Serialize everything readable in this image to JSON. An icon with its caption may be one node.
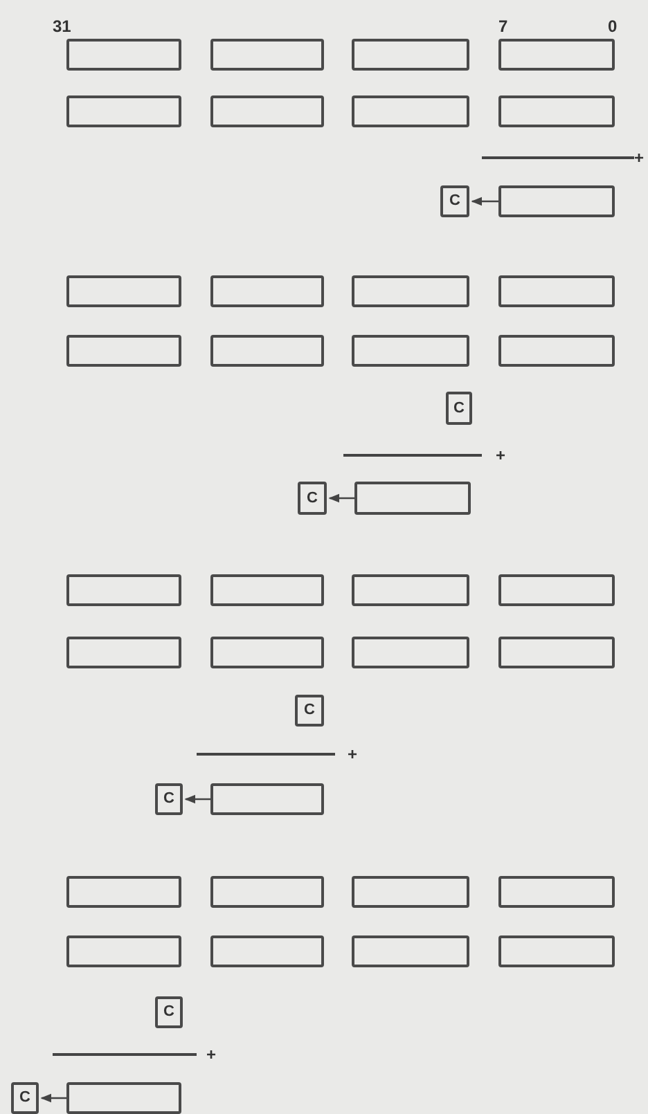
{
  "diagram": {
    "nodes": [
      {
        "text": [],
        "shape": "box"
      },
      {
        "text": [],
        "shape": "box"
      },
      {
        "text": [],
        "shape": "box"
      },
      {
        "text": [],
        "shape": "box"
      },
      {
        "text": [],
        "shape": "box"
      },
      {
        "text": [],
        "shape": "box"
      },
      {
        "text": [],
        "shape": "box"
      },
      {
        "text": [],
        "shape": "box"
      },
      {
        "text": [
          "C"
        ]
      },
      {
        "text": [],
        "shape": "box"
      },
      {
        "text": [],
        "shape": "box"
      },
      {
        "text": [],
        "shape": "box"
      },
      {
        "text": [],
        "shape": "box"
      },
      {
        "text": [],
        "shape": "box"
      },
      {
        "text": [],
        "shape": "box"
      },
      {
        "text": [],
        "shape": "box"
      },
      {
        "text": [],
        "shape": "box"
      },
      {
        "text": [],
        "shape": "box"
      },
      {
        "text": [
          "C"
        ]
      },
      {
        "text": [
          "C"
        ]
      },
      {
        "text": [],
        "shape": "box"
      },
      {
        "text": [],
        "shape": "box"
      },
      {
        "text": [],
        "shape": "box"
      },
      {
        "text": [],
        "shape": "box"
      },
      {
        "text": [],
        "shape": "box"
      },
      {
        "text": [],
        "shape": "box"
      },
      {
        "text": [],
        "shape": "box"
      },
      {
        "text": [],
        "shape": "box"
      },
      {
        "text": [],
        "shape": "box"
      },
      {
        "text": [
          "C"
        ]
      },
      {
        "text": [
          "C"
        ]
      },
      {
        "text": [],
        "shape": "box"
      },
      {
        "text": [],
        "shape": "box"
      },
      {
        "text": [],
        "shape": "box"
      },
      {
        "text": [],
        "shape": "box"
      },
      {
        "text": [],
        "shape": "box"
      },
      {
        "text": [],
        "shape": "box"
      },
      {
        "text": [],
        "shape": "box"
      },
      {
        "text": [],
        "shape": "box"
      },
      {
        "text": [],
        "shape": "box"
      },
      {
        "text": [
          "C"
        ]
      },
      {
        "text": [
          "C"
        ]
      },
      {
        "text": [],
        "shape": "box"
      }
    ],
    "edges": [
      {
        "from": 9,
        "to": 8,
        "arrow": "to"
      },
      {
        "from": 20,
        "to": 19,
        "arrow": "to"
      },
      {
        "from": 31,
        "to": 30,
        "arrow": "to"
      },
      {
        "from": 42,
        "to": 41,
        "arrow": "to"
      }
    ],
    "labels": [
      "31",
      "7",
      "0",
      "+",
      "+",
      "+",
      "+"
    ]
  }
}
